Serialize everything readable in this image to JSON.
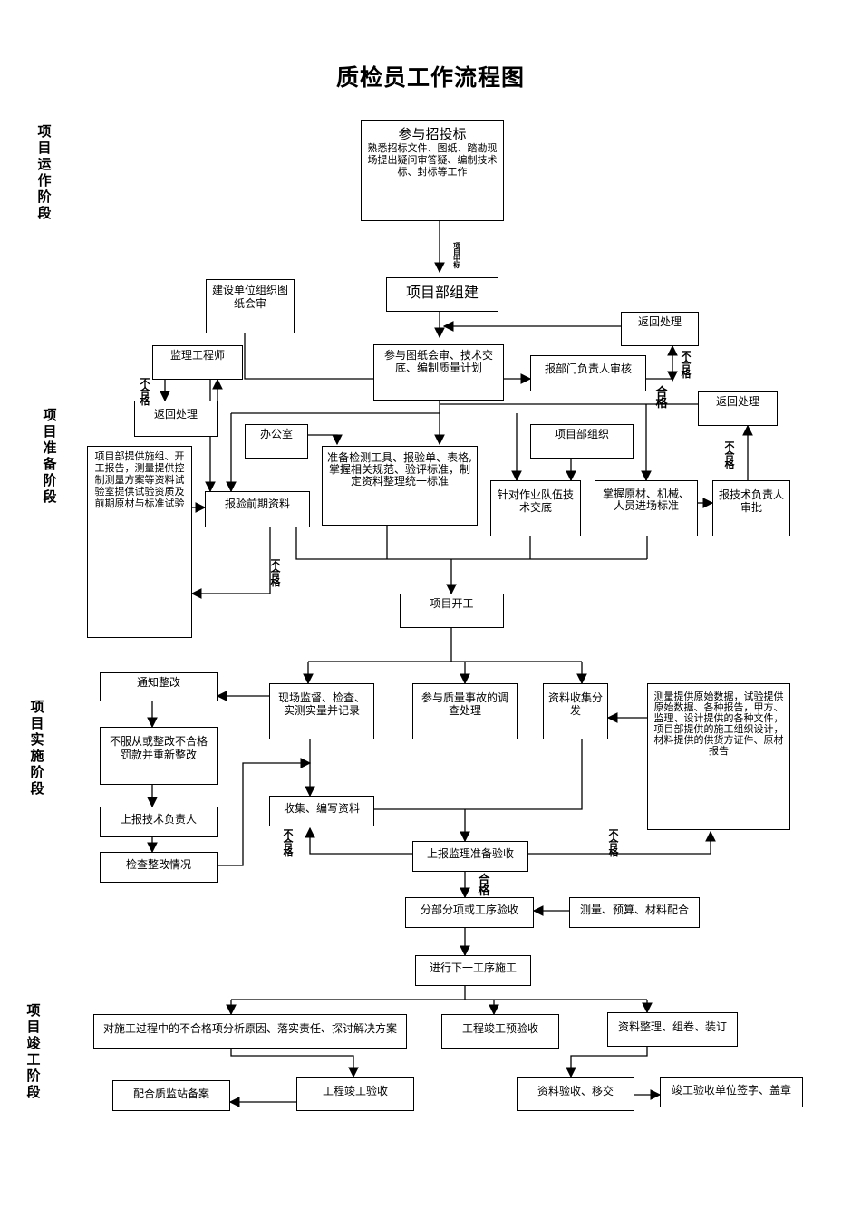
{
  "title": "质检员工作流程图",
  "stages": [
    "项目运作阶段",
    "项目准备阶段",
    "项目实施阶段",
    "项目竣工阶段"
  ],
  "nodes": {
    "bid_title": "参与招投标",
    "bid_detail": "熟悉招标文件、图纸、踏勘现场提出疑问审答疑、编制技术标、封标等工作",
    "team_setup": "项目部组建",
    "owner_review": "建设单位组织图纸会审",
    "drawing_review": "参与图纸会审、技术交底、编制质量计划",
    "return_1": "返回处理",
    "dept_review": "报部门负责人审核",
    "supervisor": "监理工程师",
    "return_2": "返回处理",
    "return_3": "返回处理",
    "office": "办公室",
    "prepare_tools": "准备检测工具、报验单、表格,掌握相关规范、验评标准，制定资料整理统一标准",
    "project_org": "项目部组织",
    "team_briefing": "针对作业队伍技术交底",
    "material_control": "掌握原材、机械、人员进场标准",
    "tech_approval": "报技术负责人审批",
    "dept_provide": "项目部提供施组、开工报告，测量提供控制测量方案等资料试验室提供试验资质及前期原材与标准试验",
    "pre_inspection": "报验前期资料",
    "project_start": "项目开工",
    "notify_fix": "通知整改",
    "site_supervision": "现场监督、检查、实测实量并记录",
    "accident": "参与质量事故的调查处理",
    "data_collect": "资料收集分发",
    "survey_data": "测量提供原始数据，试验提供原始数据、各种报告，甲方、监理、设计提供的各种文件，项目部提供的施工组织设计，材料提供的供货方证件、原材报告",
    "penalty": "不服从或整改不合格罚款并重新整改",
    "report_tech": "上报技术负责人",
    "check_fix": "检查整改情况",
    "collect_compile": "收集、编写资料",
    "report_supervision": "上报监理准备验收",
    "sub_acceptance": "分部分项或工序验收",
    "coordination": "测量、预算、材料配合",
    "next_process": "进行下一工序施工",
    "analysis": "对施工过程中的不合格项分析原因、落实责任、探讨解决方案",
    "pre_final": "工程竣工预验收",
    "archive": "资料整理、组卷、装订",
    "filing": "配合质监站备案",
    "final_accept": "工程竣工验收",
    "handover": "资料验收、移交",
    "sign_seal": "竣工验收单位签字、盖章"
  },
  "edge_labels": {
    "win_bid": "项目中标",
    "fail": "不合格",
    "pass": "合格"
  }
}
